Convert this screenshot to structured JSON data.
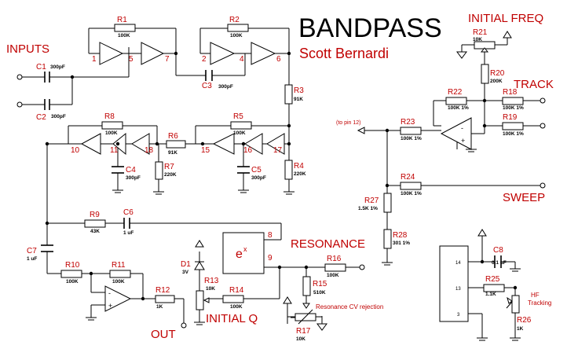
{
  "title": "BANDPASS",
  "author": "Scott Bernardi",
  "labels": {
    "inputs": "INPUTS",
    "initial_freq": "INITIAL FREQ",
    "track": "TRACK",
    "sweep": "SWEEP",
    "resonance": "RESONANCE",
    "initial_q": "INITIAL Q",
    "out": "OUT",
    "to_pin": "(to pin 12)",
    "cv_rejection": "Resonance CV rejection",
    "hf_tracking_1": "HF",
    "hf_tracking_2": "Tracking",
    "exp_block": "e",
    "exp_sup": "x"
  },
  "resistors": {
    "R1": "100K",
    "R2": "100K",
    "R3": "91K",
    "R4": "220K",
    "R5": "100K",
    "R6": "91K",
    "R7": "220K",
    "R8": "100K",
    "R9": "43K",
    "R10": "100K",
    "R11": "100K",
    "R12": "1K",
    "R13": "10K",
    "R14": "100K",
    "R15": "510K",
    "R16": "100K",
    "R17": "10K",
    "R18": "100K 1%",
    "R19": "100K 1%",
    "R20": "200K",
    "R21": "10K",
    "R22": "100K 1%",
    "R23": "100K 1%",
    "R24": "100K 1%",
    "R25": "1.1K",
    "R26": "1K",
    "R27": "1.5K 1%",
    "R28": "301 1%"
  },
  "capacitors": {
    "C1": "300pF",
    "C2": "300pF",
    "C3": "300pF",
    "C4": "300pF",
    "C5": "300pF",
    "C6": "1 uF",
    "C7": "1 uF",
    "C8": "0.1 uF"
  },
  "diodes": {
    "D1": "3V"
  },
  "pins": {
    "p1": "1",
    "p5": "5",
    "p7": "7",
    "p2": "2",
    "p4": "4",
    "p6": "6",
    "p10": "10",
    "p11": "11",
    "p18": "18",
    "p15": "15",
    "p16": "16",
    "p17": "17",
    "p8": "8",
    "p9": "9",
    "ic14": "14",
    "ic13": "13",
    "ic3": "3"
  },
  "symbols": {
    "plus": "+",
    "minus": "-"
  }
}
